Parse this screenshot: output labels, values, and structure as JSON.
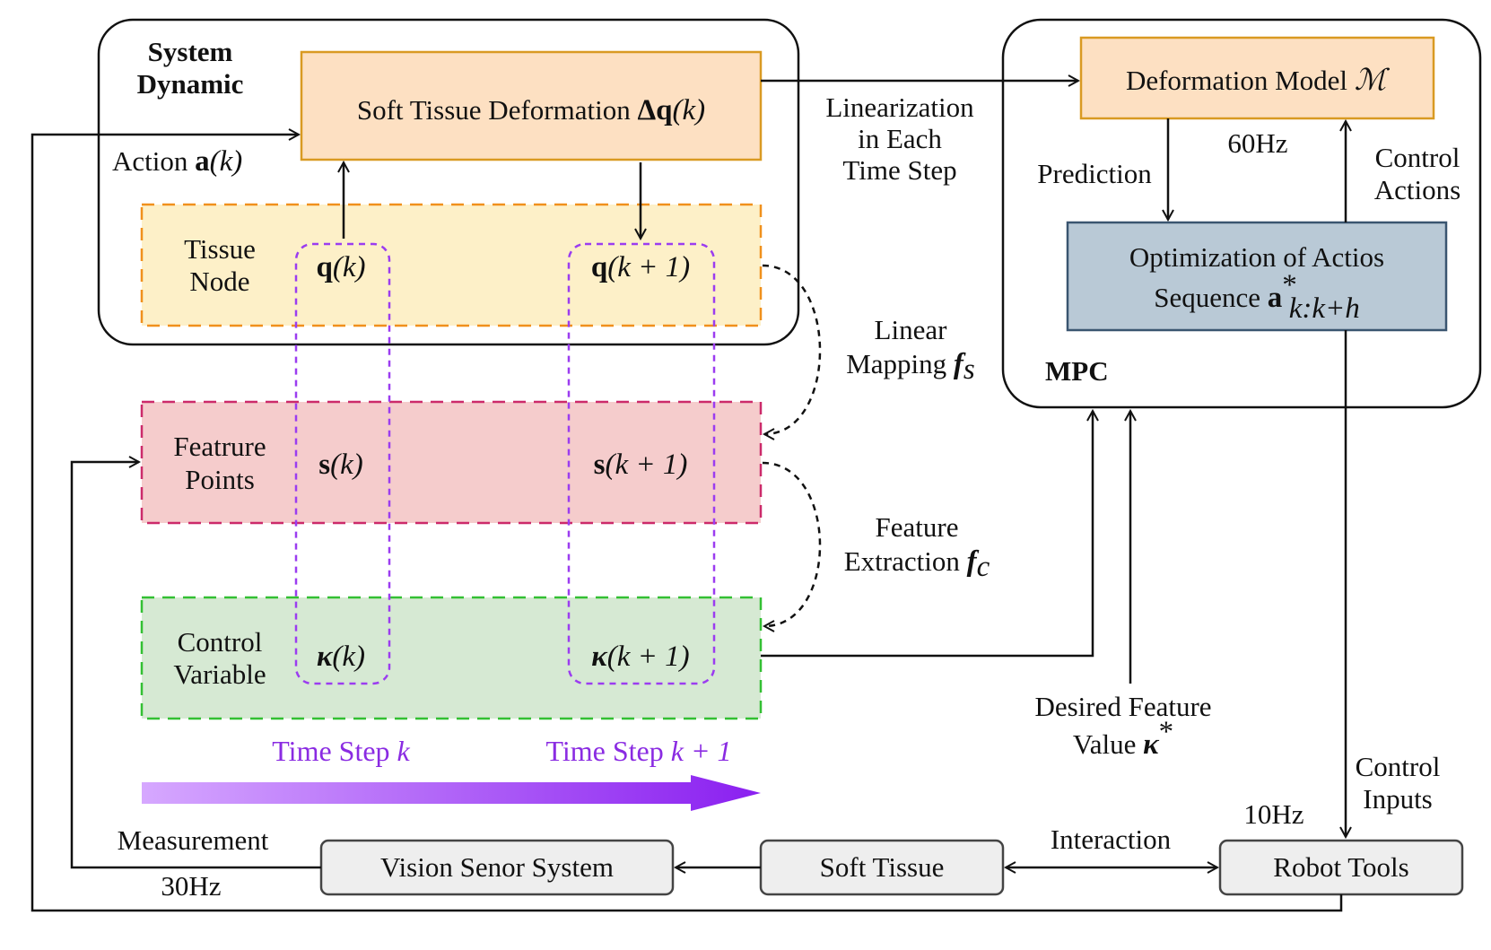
{
  "colors": {
    "deformation_fill": "#fde0c2",
    "deformation_border": "#d99a22",
    "tissue_fill": "#fdf0c8",
    "tissue_border": "#f0901c",
    "feature_fill": "#f5cccc",
    "feature_border": "#cc2a6a",
    "control_fill": "#d6e9d3",
    "control_border": "#33c033",
    "optimization_fill": "#b9c9d6",
    "optimization_border": "#3a5570",
    "time_step_border": "#9b3cf0",
    "time_arrow": "#8a2be2",
    "bottom_box_fill": "#eeeeee"
  },
  "system_dynamic": {
    "title_line1": "System",
    "title_line2": "Dynamic",
    "deformation_box": {
      "text": "Soft Tissue Deformation ",
      "math_bold": "Δq",
      "math_tail": "(k)"
    },
    "action_label": {
      "text": "Action ",
      "math_bold": "a",
      "math_tail": "(k)"
    }
  },
  "rows": [
    {
      "key": "tissue",
      "label_line1": "Tissue",
      "label_line2": "Node",
      "var_bold": "q",
      "at_k": "(k)",
      "at_k1": "(k + 1)"
    },
    {
      "key": "feature",
      "label_line1": "Featrure",
      "label_line2": "Points",
      "var_bold": "s",
      "at_k": "(k)",
      "at_k1": "(k + 1)"
    },
    {
      "key": "control",
      "label_line1": "Control",
      "label_line2": "Variable",
      "var_bold": "κ",
      "at_k": "(k)",
      "at_k1": "(k + 1)"
    }
  ],
  "mappings": {
    "linear_line1": "Linear",
    "linear_line2": "Mapping ",
    "linear_sym": "f",
    "linear_sub": "s",
    "feature_line1": "Feature",
    "feature_line2": "Extraction ",
    "feature_sym": "f",
    "feature_sub": "c"
  },
  "time_steps": {
    "step_k_text": "Time Step ",
    "step_k_sym": "k",
    "step_k1_text": "Time Step ",
    "step_k1_sym": "k + 1"
  },
  "linearization": {
    "line1": "Linearization",
    "line2": "in Each",
    "line3": "Time Step"
  },
  "mpc": {
    "title": "MPC",
    "model_box": {
      "text": "Deformation Model ",
      "symbol": "ℳ"
    },
    "prediction": "Prediction",
    "rate": "60Hz",
    "control_actions_line1": "Control",
    "control_actions_line2": "Actions",
    "optimization_line1": "Optimization of Actios",
    "optimization_line2": "Sequence ",
    "optimization_sym": "a",
    "optimization_sup": "*",
    "optimization_sub": "k:k+h"
  },
  "desired": {
    "line1": "Desired Feature",
    "line2": "Value ",
    "sym": "κ",
    "sup": "*"
  },
  "control_inputs": {
    "line1": "Control",
    "line2": "Inputs"
  },
  "bottom": {
    "vision_box": "Vision Senor System",
    "soft_tissue_box": "Soft Tissue",
    "robot_box": "Robot Tools",
    "measurement": "Measurement",
    "rate_30": "30Hz",
    "interaction": "Interaction",
    "rate_10": "10Hz"
  }
}
